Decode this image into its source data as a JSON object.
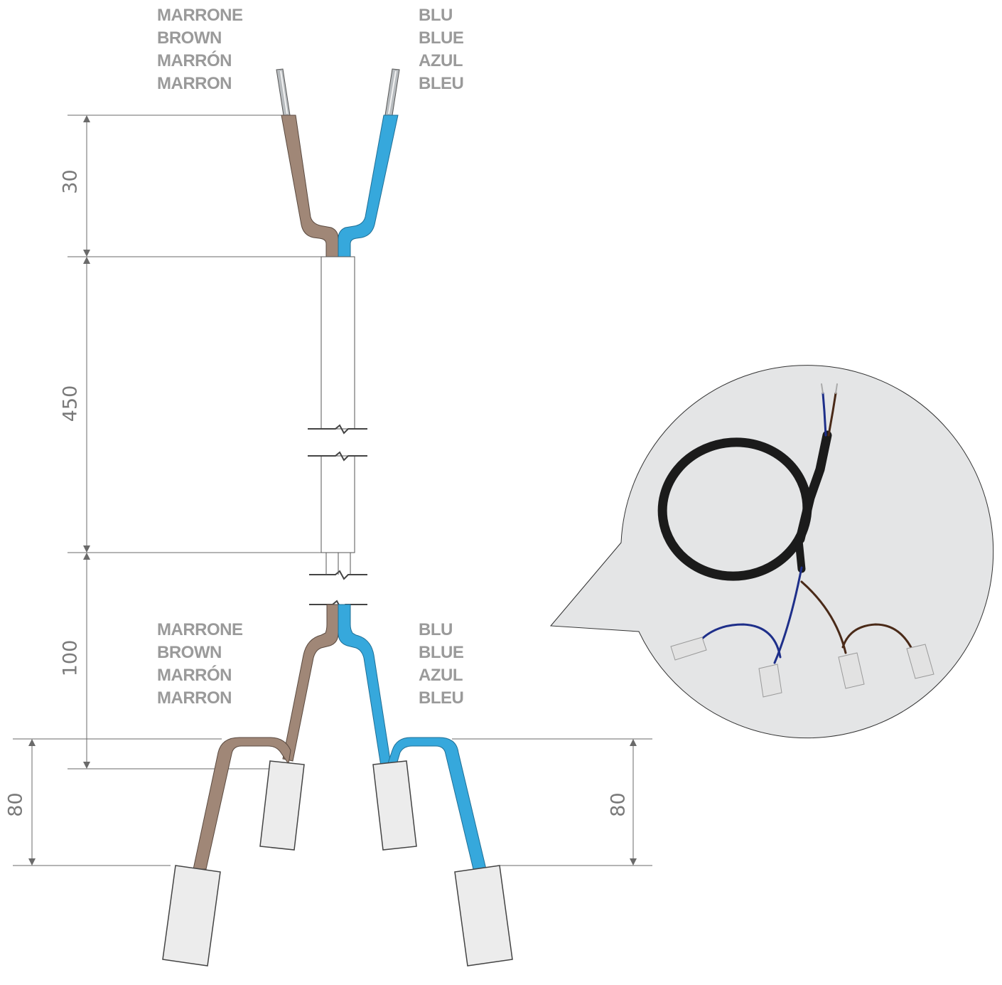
{
  "colors": {
    "brown_wire": "#a08777",
    "blue_wire": "#36a8dc",
    "terminal_fill": "#ececec",
    "dimension_line": "#6a6a6a",
    "label_text": "#9a9a9a",
    "bubble_fill": "#e4e5e6",
    "cable_black": "#1b1b1b"
  },
  "labels": {
    "top_left": [
      "MARRONE",
      "BROWN",
      "MARRÓN",
      "MARRON"
    ],
    "top_right": [
      "BLU",
      "BLUE",
      "AZUL",
      "BLEU"
    ],
    "bottom_left": [
      "MARRONE",
      "BROWN",
      "MARRÓN",
      "MARRON"
    ],
    "bottom_right": [
      "BLU",
      "BLUE",
      "AZUL",
      "BLEU"
    ]
  },
  "dimensions": {
    "strip": "30",
    "cable": "450",
    "split": "100",
    "lead_left": "80",
    "lead_right": "80"
  },
  "icons": {
    "break_mark": "zigzag-break-icon",
    "arrow": "dimension-arrow-icon"
  }
}
